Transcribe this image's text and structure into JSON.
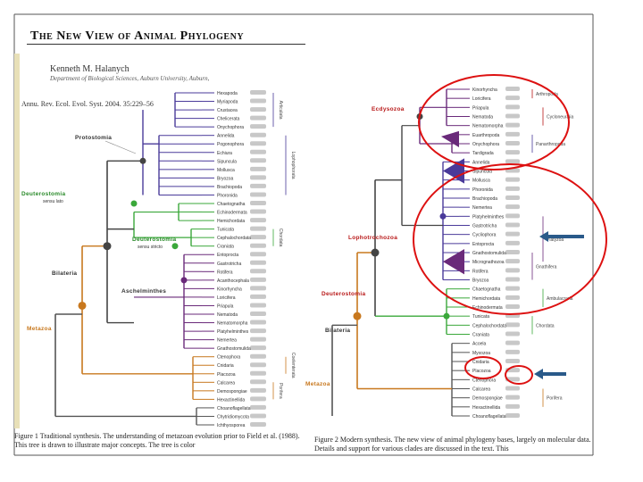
{
  "slide": {
    "title": "The New View of Animal Phylogeny",
    "author": "Kenneth M. Halanych",
    "affiliation": "Department of Biological Sciences, Auburn University, Auburn,",
    "citation": "Annu. Rev. Ecol. Evol. Syst. 2004. 35:229–56"
  },
  "figure1": {
    "caption": "Figure 1   Traditional synthesis. The understanding of metazoan evolution prior to Field et al. (1988). This tree is drawn to illustrate major concepts. The tree is color",
    "clades": {
      "protostomia": "Protostomia",
      "deuterostomia_a": "Deuterostomia",
      "deuterostomia_a_sub": "sensu lato",
      "deuterostomia_b": "Deuterostomia",
      "deuterostomia_b_sub": "sensu stricto",
      "bilateria": "Bilateria",
      "acoelomates": "Aschelminthes",
      "metazoa": "Metazoa"
    },
    "taxa": [
      "Hexapoda",
      "Myriapoda",
      "Crustacea",
      "Chelicerata",
      "Onychophora",
      "Annelida",
      "Pogonophora",
      "Echiura",
      "Sipuncula",
      "Mollusca",
      "Bryozoa",
      "Brachiopoda",
      "Phoronida",
      "Chaetognatha",
      "Echinodermata",
      "Hemichordata",
      "Tunicata",
      "Cephalochordata",
      "Craniata",
      "Entoprocta",
      "Gastrotricha",
      "Rotifera",
      "Acanthocephala",
      "Kinorhyncha",
      "Loricifera",
      "Priapula",
      "Nematoda",
      "Nematomorpha",
      "Platyhelminthes",
      "Nemertea",
      "Gnathostomulida",
      "Ctenophora",
      "Cnidaria",
      "Placozoa",
      "Calcarea",
      "Demospongiae",
      "Hexactinellida",
      "Choanoflagellata",
      "Chytridiomycota",
      "Ichthyosporea"
    ],
    "side_labels": [
      "Articulata",
      "Lophophorata",
      "Chordata",
      "Coelenterata",
      "Porifera"
    ]
  },
  "figure2": {
    "caption": "Figure 2   Modern synthesis. The new view of animal phylogeny bases, largely on molecular data. Details and support for various clades are discussed in the text. This",
    "clades": {
      "ecdysozoa": "Ecdysozoa",
      "lophotrochozoa": "Lophotrochozoa",
      "deuterostomia": "Deuterostomia",
      "bilateria": "Bilateria",
      "metazoa": "Metazoa"
    },
    "taxa": [
      "Kinorhyncha",
      "Loricifera",
      "Priapula",
      "Nematoda",
      "Nematomorpha",
      "Euarthropoda",
      "Onychophora",
      "Tardigrada",
      "Annelida",
      "Sipuncula",
      "Mollusca",
      "Phoronida",
      "Brachiopoda",
      "Nemertea",
      "Platyhelminthes",
      "Gastrotricha",
      "Cycliophora",
      "Entoprocta",
      "Gnathostomulida",
      "Micrognathozoa",
      "Rotifera",
      "Bryozoa",
      "Chaetognatha",
      "Hemichordata",
      "Echinodermata",
      "Tunicata",
      "Cephalochordata",
      "Craniata",
      "Acoela",
      "Myxozoa",
      "Cnidaria",
      "Placozoa",
      "Ctenophora",
      "Calcarea",
      "Demospongiae",
      "Hexactinellida",
      "Choanoflagellata"
    ],
    "side_labels": [
      "Arthropoda",
      "Cycloneuralia",
      "Panarthropoda",
      "Platyzoa",
      "Gnathifera",
      "Ambulacraria",
      "Chordata",
      "Porifera"
    ]
  },
  "colors": {
    "protostome": "#4a3a9a",
    "deuterostome": "#3aa83a",
    "aschelminth": "#6a2a7a",
    "metazoa": "#c8781e",
    "base": "#555555",
    "annotation": "#dd1111",
    "arrow": "#2a5a8a"
  }
}
